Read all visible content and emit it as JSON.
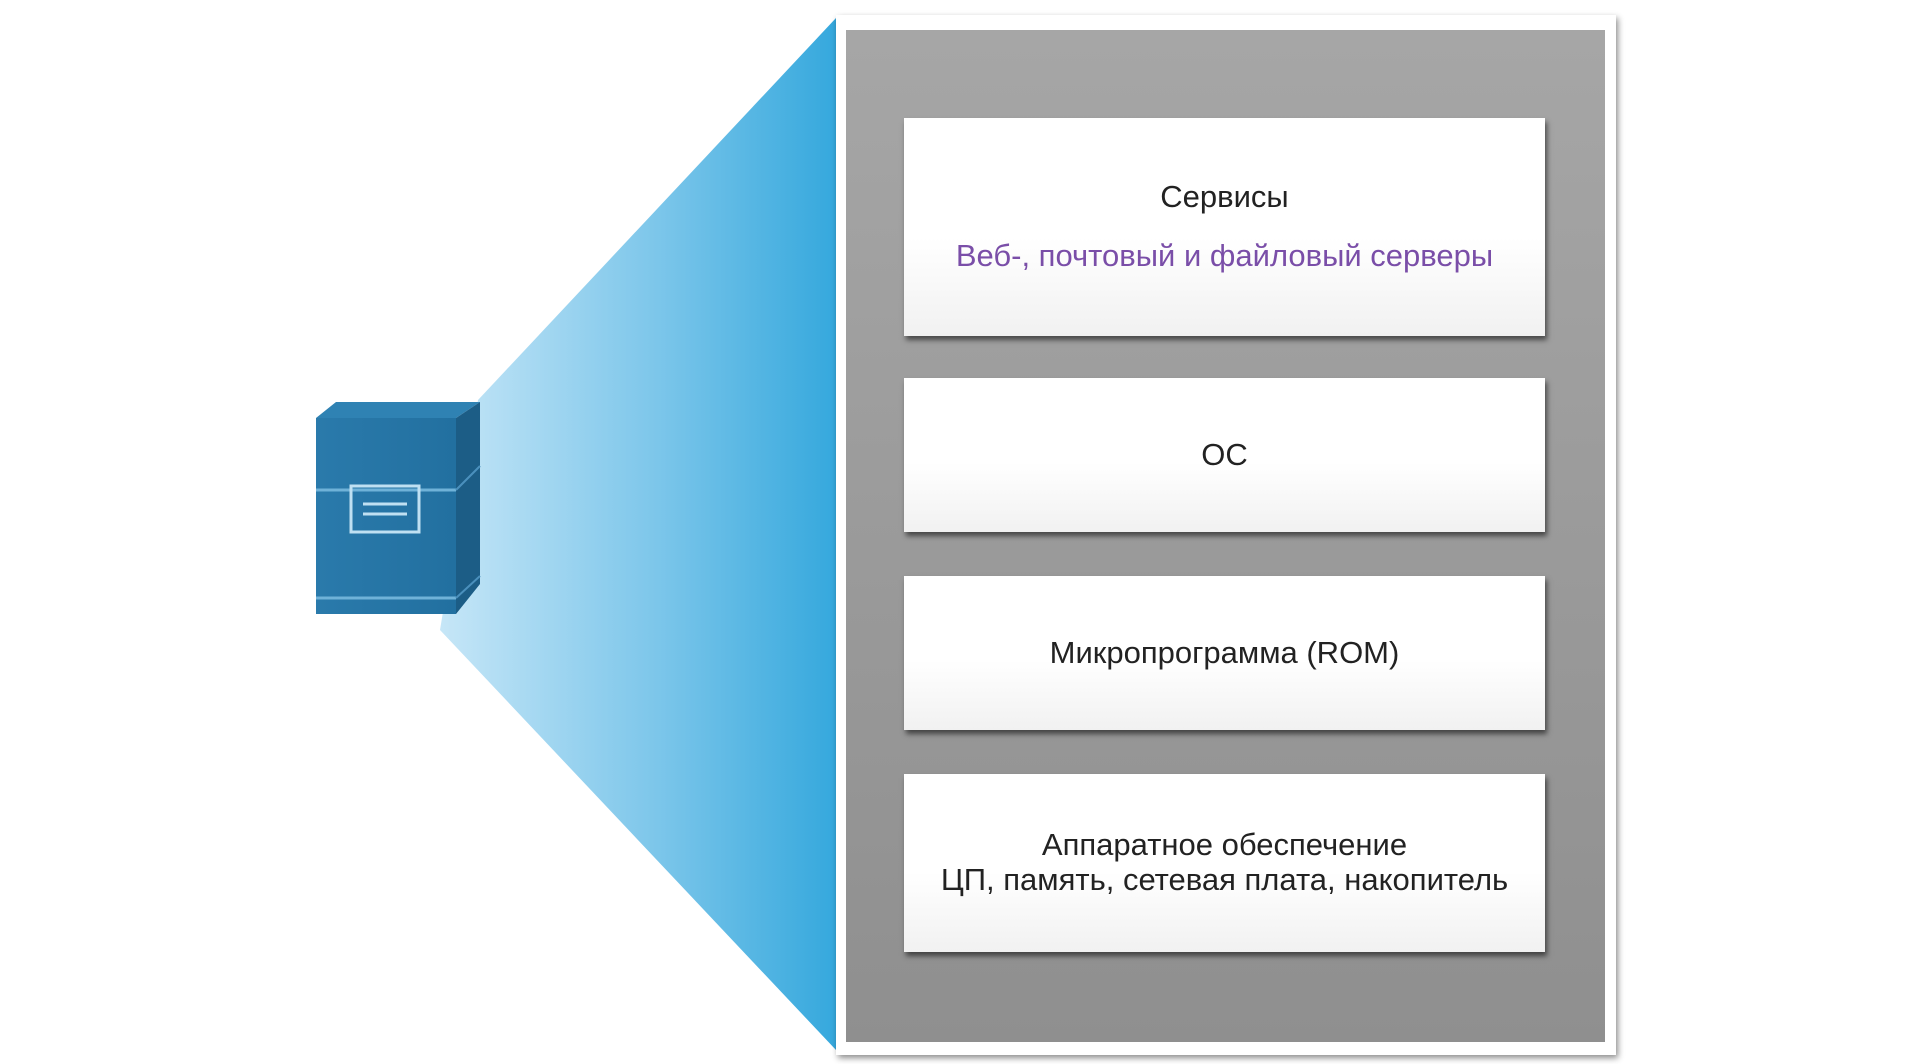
{
  "colors": {
    "server_front": "#2675a5",
    "server_side": "#1c5d86",
    "server_top": "#2f82b3",
    "beam_start": "#b3dcf3",
    "beam_end": "#35a8dd",
    "panel": "#999999",
    "services_detail": "#7a4ea8"
  },
  "server": {
    "icon": "server-icon"
  },
  "layers": {
    "services": {
      "title": "Сервисы",
      "detail": "Веб-, почтовый и файловый серверы"
    },
    "os": {
      "title": "ОС"
    },
    "firmware": {
      "title": "Микропрограмма (ROM)"
    },
    "hardware": {
      "title": "Аппаратное обеспечение",
      "detail": "ЦП, память, сетевая плата, накопитель"
    }
  }
}
